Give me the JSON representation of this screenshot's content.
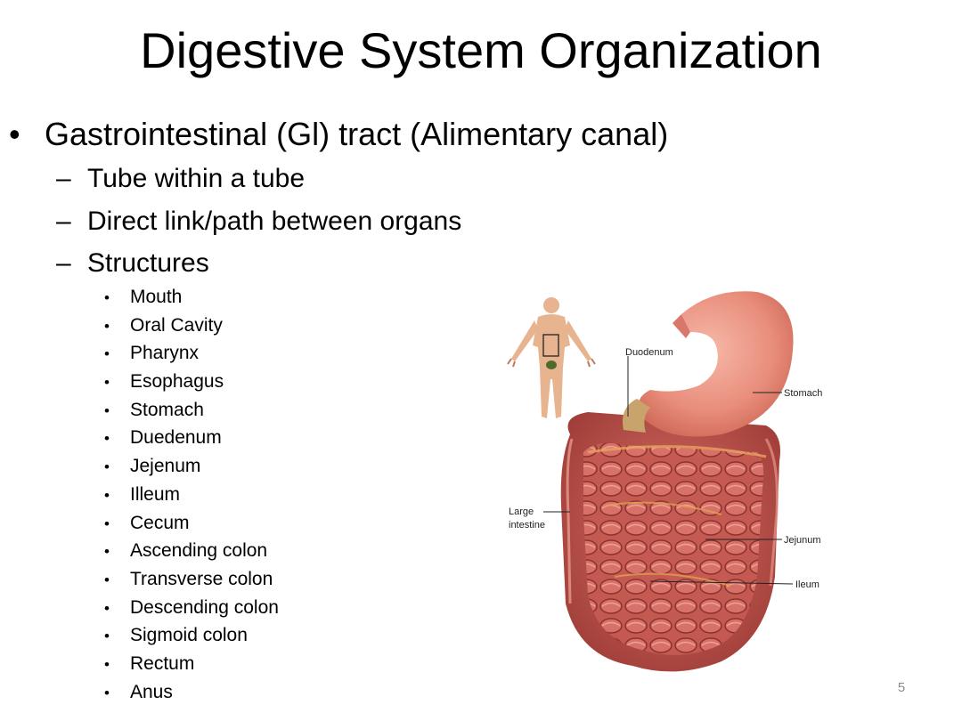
{
  "slide": {
    "title": "Digestive System Organization",
    "page_number": "5"
  },
  "bullets": {
    "level1": "Gastrointestinal (Gl) tract (Alimentary canal)",
    "level2": [
      "Tube within a tube",
      "Direct link/path between organs",
      "Structures"
    ],
    "structures": [
      "Mouth",
      "Oral Cavity",
      "Pharynx",
      "Esophagus",
      "Stomach",
      "Duedenum",
      "Jejenum",
      "Illeum",
      "Cecum",
      "Ascending colon",
      "Transverse colon",
      "Descending colon",
      "Sigmoid colon",
      "Rectum",
      "Anus"
    ]
  },
  "figure": {
    "labels": {
      "duodenum": "Duodenum",
      "stomach": "Stomach",
      "large_intestine_1": "Large",
      "large_intestine_2": "intestine",
      "jejunum": "Jejunum",
      "ileum": "Ileum"
    }
  }
}
